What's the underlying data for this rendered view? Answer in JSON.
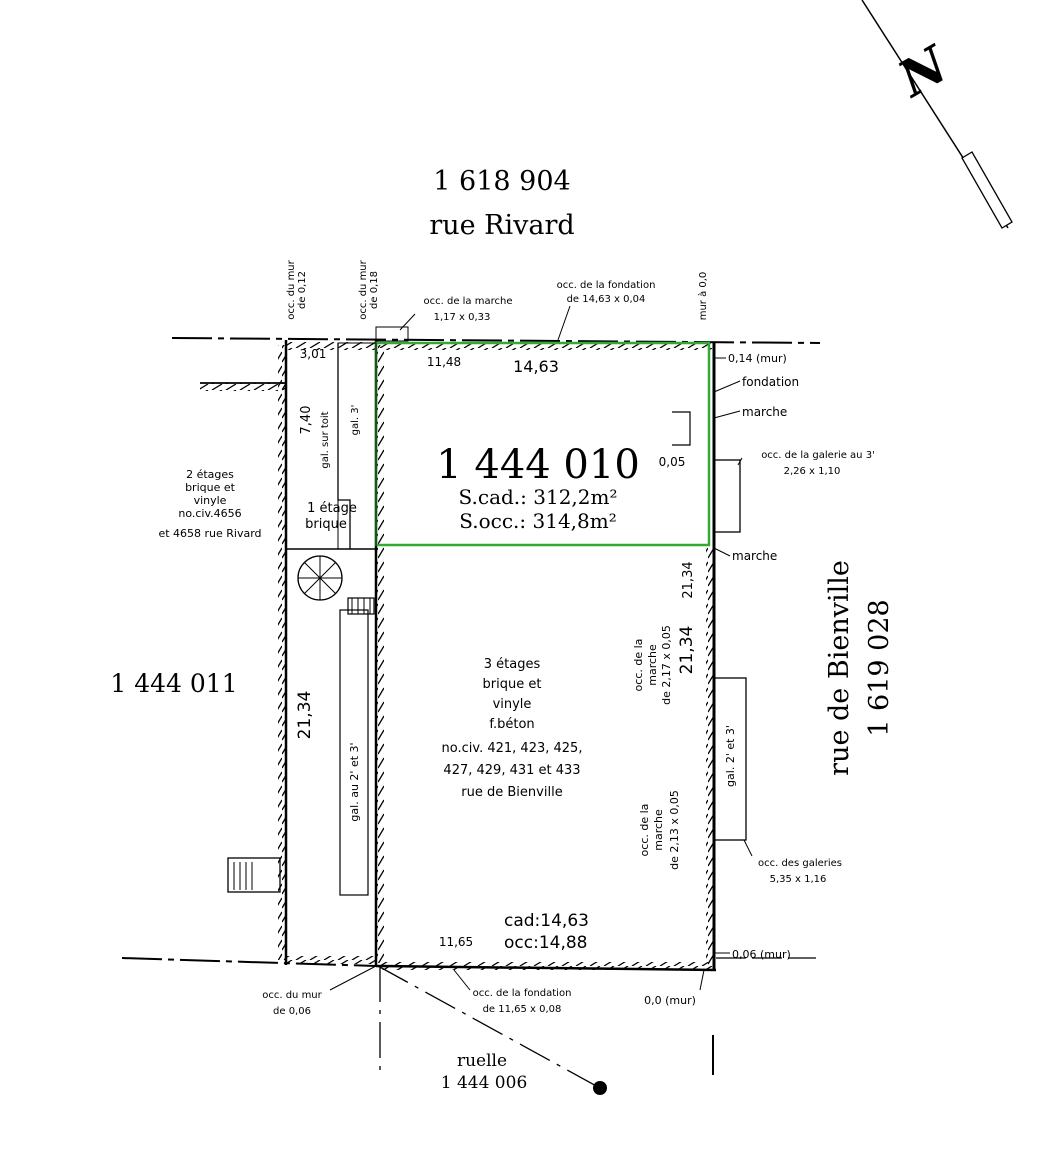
{
  "north_arrow": {
    "symbol": "N"
  },
  "neighbors": {
    "north_lot": "1 618 904",
    "north_street": "rue Rivard",
    "west_lot": "1 444 011",
    "east_street": "rue de Bienville",
    "east_lot": "1 619 028",
    "south_alley": "ruelle",
    "south_lot": "1 444 006"
  },
  "subject": {
    "lot_number": "1 444 010",
    "area_cad": "S.cad.:  312,2m²",
    "area_occ": "S.occ.:  314,8m²",
    "highlight_color": "#33aa33"
  },
  "dimensions": {
    "north_width": "14,63",
    "north_partial": "11,48",
    "north_small": "3,01",
    "south_partial": "11,65",
    "south_cad": "cad:14,63",
    "south_occ": "occ:14,88",
    "west_depth": "21,34",
    "east_depth_a": "21,34",
    "east_depth_b": "21,34",
    "west_small": "7,40",
    "east_offset": "0,05"
  },
  "west_building": {
    "floors": "2 étages",
    "material1": "brique et",
    "material2": "vinyle",
    "civic": "no.civ.4656",
    "civic2": "et 4658 rue Rivard"
  },
  "annex": {
    "line1": "1 étage",
    "line2": "brique"
  },
  "main_building": {
    "line1": "3 étages",
    "line2": "brique et",
    "line3": "vinyle",
    "line4": "f.béton",
    "line5": "no.civ. 421, 423, 425,",
    "line6": "427, 429, 431 et 433",
    "line7": "rue de Bienville"
  },
  "galleries": {
    "gal_roof": "gal. sur toit",
    "gal_3": "gal. 3'",
    "gal_2_3_west": "gal. au 2' et 3'",
    "gal_2_3_east": "gal. 2' et 3'"
  },
  "annotations": {
    "occ_wall_012": "occ. du mur",
    "occ_wall_012b": "de 0,12",
    "occ_wall_018": "occ. du mur",
    "occ_wall_018b": "de 0,18",
    "occ_step_top": "occ. de la marche",
    "occ_step_top_dim": "1,17 x 0,33",
    "occ_found_top": "occ. de la fondation",
    "occ_found_top_dim": "de 14,63 x 0,04",
    "wall_zero": "mur à 0,0",
    "wall_014": "0,14 (mur)",
    "fondation": "fondation",
    "marche1": "marche",
    "occ_gal_3": "occ. de la galerie au 3'",
    "occ_gal_3_dim": "2,26 x 1,10",
    "marche2": "marche",
    "occ_step_e1a": "occ. de la",
    "occ_step_e1b": "marche",
    "occ_step_e1c": "de  2,17 x 0,05",
    "occ_step_e2a": "occ. de la",
    "occ_step_e2b": "marche",
    "occ_step_e2c": "de  2,13 x 0,05",
    "occ_galleries": "occ. des galeries",
    "occ_galleries_dim": "5,35 x 1,16",
    "wall_006_e": "0,06 (mur)",
    "wall_00_se": "0,0 (mur)",
    "occ_found_bottom": "occ. de la fondation",
    "occ_found_bottom_dim": "de 11,65 x 0,08",
    "occ_wall_006": "occ. du mur",
    "occ_wall_006b": "de 0,06"
  }
}
